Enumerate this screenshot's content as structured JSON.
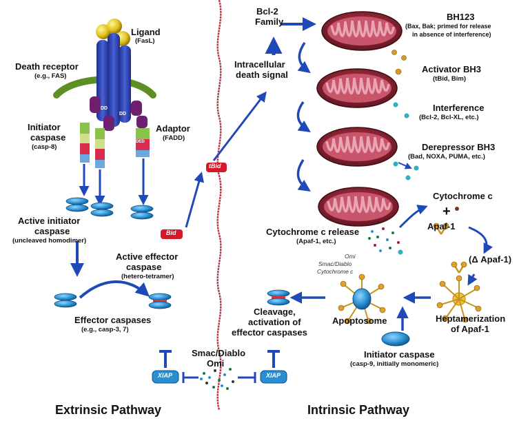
{
  "extrinsic": {
    "ligand": {
      "title": "Ligand",
      "subtitle": "(FasL)"
    },
    "death_receptor": {
      "title": "Death receptor",
      "subtitle": "(e.g., FAS)"
    },
    "initiator": {
      "title_1": "Initiator",
      "title_2": "caspase",
      "subtitle": "(casp-8)"
    },
    "adaptor": {
      "title": "Adaptor",
      "subtitle": "(FADD)"
    },
    "dd_label": "DD",
    "ded_label": "DED",
    "active_initiator": {
      "title_1": "Active initiator",
      "title_2": "caspase",
      "subtitle": "(uncleaved homodimer)"
    },
    "active_effector": {
      "title_1": "Active effector",
      "title_2": "caspase",
      "subtitle": "(hetero-tetramer)"
    },
    "effector": {
      "title": "Effector caspases",
      "subtitle": "(e.g., casp-3, 7)"
    },
    "bid_label": "Bid",
    "tbid_label": "tBid",
    "footer": "Extrinsic Pathway"
  },
  "center": {
    "bcl2": {
      "line1": "Bcl-2",
      "line2": "Family"
    },
    "intracellular": {
      "line1": "Intracellular",
      "line2": "death signal"
    },
    "smac": {
      "line1": "Smac/Diablo",
      "line2": "Omi"
    },
    "xiap_left": "XIAP",
    "xiap_right": "XIAP"
  },
  "intrinsic": {
    "bh123": {
      "title": "BH123",
      "sub1": "(Bax, Bak;  primed for release",
      "sub2": "in absence of interference)"
    },
    "activator": {
      "title": "Activator BH3",
      "subtitle": "(tBid, Bim)"
    },
    "interference": {
      "title": "Interference",
      "subtitle": "(Bcl-2, Bcl-XL, etc.)"
    },
    "derepressor": {
      "title": "Derepressor BH3",
      "subtitle": "(Bad, NOXA, PUMA, etc.)"
    },
    "cyto_release": {
      "title": "Cytochrome c release",
      "subtitle": "(Apaf-1, etc.)"
    },
    "legend": {
      "omi": "Omi",
      "smac": "Smac/Diablo",
      "cyto": "Cytochrome c"
    },
    "cytochrome": "Cytochrome c",
    "plus": "+",
    "apaf1": "Apaf-1",
    "delta_apaf1": "(Δ Apaf-1)",
    "heptamer": {
      "line1": "Heptamerization",
      "line2": "of Apaf-1"
    },
    "apoptosome": "Apoptosome",
    "cleavage": {
      "line1": "Cleavage,",
      "line2": "activation of",
      "line3": "effector caspases"
    },
    "initiator9": {
      "title": "Initiator caspase",
      "subtitle": "(casp-9, initially monomeric)"
    },
    "footer": "Intrinsic Pathway"
  },
  "colors": {
    "arrow": "#1f49b8",
    "mito": "#9a2836",
    "mito_inner": "#e08a9e",
    "receptor": "#3346b4",
    "ligand": "#e2c21a",
    "membrane": "#6a9a2a",
    "caspase": "#2a8fd0",
    "tbid": "#d3182a"
  }
}
